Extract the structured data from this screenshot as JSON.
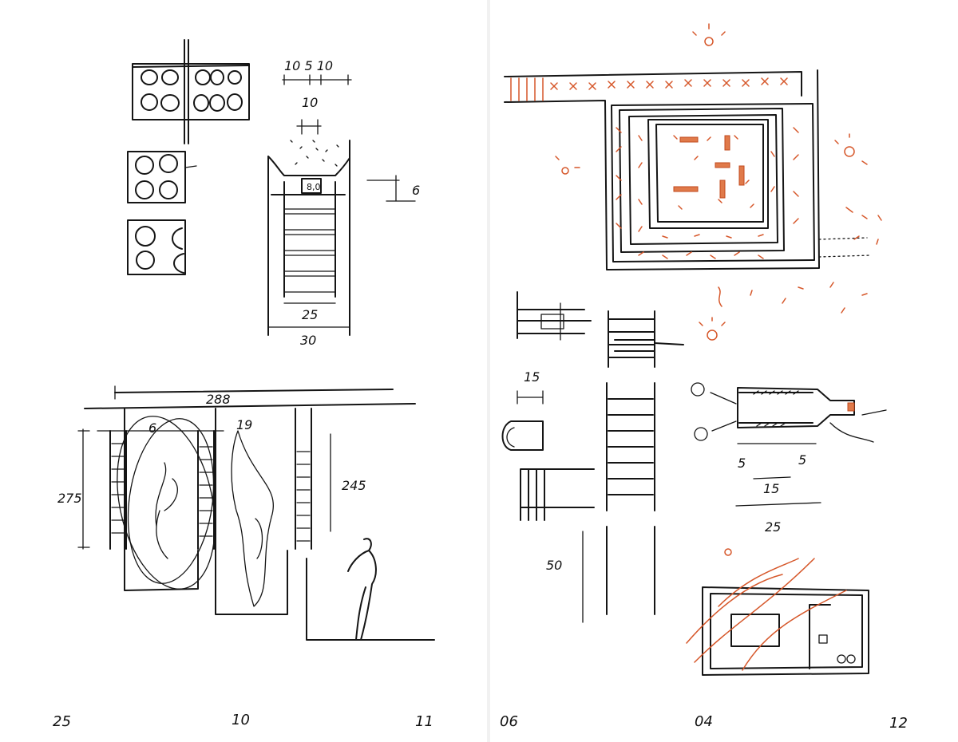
{
  "sheet": {
    "colors": {
      "ink": "#151515",
      "accent_red": "#d6572a",
      "paper": "#ffffff"
    }
  },
  "left_page": {
    "block_detail": {
      "label_module": "10 5 10",
      "label_width": "10",
      "label_depth": "6",
      "label_cell": "8,0",
      "label_inner": "25",
      "label_outer": "30"
    },
    "elevation": {
      "label_span": "288",
      "label_left_gap": "6",
      "label_right_gap": "19",
      "label_height": "275",
      "label_height_right": "245"
    }
  },
  "right_page": {
    "bottle_detail": {
      "label_pipe": "15",
      "label_left": "5",
      "label_right": "5",
      "label_mid": "15",
      "label_total": "25",
      "label_height": "50"
    }
  },
  "page_numbers": [
    "25",
    "10",
    "11",
    "06",
    "04",
    "12"
  ]
}
